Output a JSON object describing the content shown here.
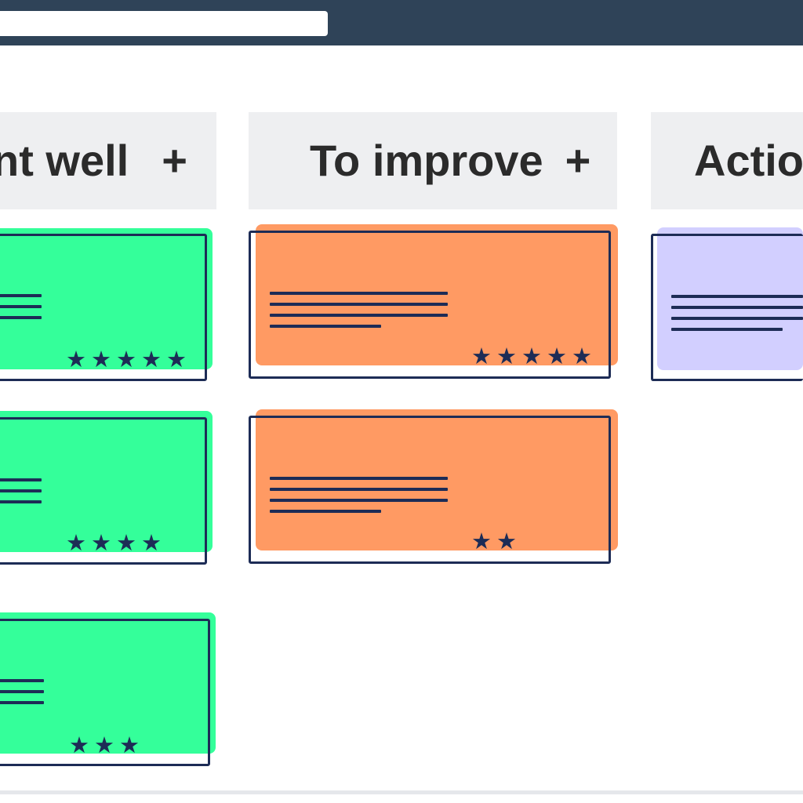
{
  "browser": {
    "address_value": ""
  },
  "colors": {
    "topbar": "#2f4358",
    "header_bg": "#eeeff1",
    "went_well": "#34ff9a",
    "to_improve": "#ff9a63",
    "actions": "#d2cfff",
    "outline": "#1d2c56"
  },
  "columns": [
    {
      "title": "nt well",
      "add_label": "+",
      "cards": [
        {
          "rating": 5,
          "stars": "★★★★★"
        },
        {
          "rating": 4,
          "stars": "★★★★"
        },
        {
          "rating": 3,
          "stars": "★★★"
        }
      ]
    },
    {
      "title": "To improve",
      "add_label": "+",
      "cards": [
        {
          "rating": 5,
          "stars": "★★★★★"
        },
        {
          "rating": 2,
          "stars": "★★"
        }
      ]
    },
    {
      "title": "Actio",
      "add_label": "",
      "cards": [
        {
          "rating": 0,
          "stars": ""
        }
      ]
    }
  ]
}
